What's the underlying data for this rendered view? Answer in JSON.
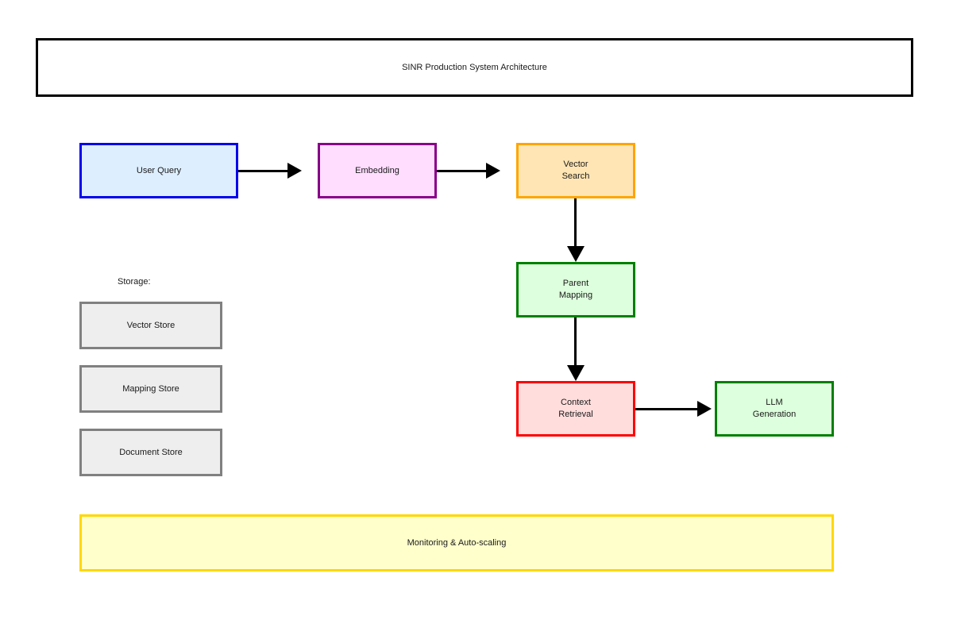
{
  "title": {
    "text": "SINR Production System Architecture"
  },
  "pipeline": {
    "nodes": [
      {
        "id": "user-query",
        "label": "User Query",
        "border_color": "#0000ee",
        "fill_color": "#ddeeff"
      },
      {
        "id": "embedding",
        "label": "Embedding",
        "border_color": "#880088",
        "fill_color": "#ffddff"
      },
      {
        "id": "vector-search",
        "label": "Vector\nSearch",
        "border_color": "#ffa500",
        "fill_color": "#ffe5b4"
      },
      {
        "id": "parent-mapping",
        "label": "Parent\nMapping",
        "border_color": "#008000",
        "fill_color": "#ddffdd"
      },
      {
        "id": "context-retrieval",
        "label": "Context\nRetrieval",
        "border_color": "#ff0000",
        "fill_color": "#ffdddd"
      },
      {
        "id": "llm-generation",
        "label": "LLM\nGeneration",
        "border_color": "#008000",
        "fill_color": "#ddffdd"
      }
    ],
    "connections": [
      {
        "from": "user-query",
        "to": "embedding",
        "direction": "right"
      },
      {
        "from": "embedding",
        "to": "vector-search",
        "direction": "right"
      },
      {
        "from": "vector-search",
        "to": "parent-mapping",
        "direction": "down"
      },
      {
        "from": "parent-mapping",
        "to": "context-retrieval",
        "direction": "down"
      },
      {
        "from": "context-retrieval",
        "to": "llm-generation",
        "direction": "right"
      }
    ]
  },
  "storage": {
    "heading": "Storage:",
    "border_color": "#808080",
    "fill_color": "#eeeeee",
    "items": [
      {
        "id": "vector-store",
        "label": "Vector Store"
      },
      {
        "id": "mapping-store",
        "label": "Mapping Store"
      },
      {
        "id": "document-store",
        "label": "Document Store"
      }
    ]
  },
  "footer": {
    "label": "Monitoring & Auto-scaling",
    "border_color": "#ffd700",
    "fill_color": "#ffffcc"
  }
}
